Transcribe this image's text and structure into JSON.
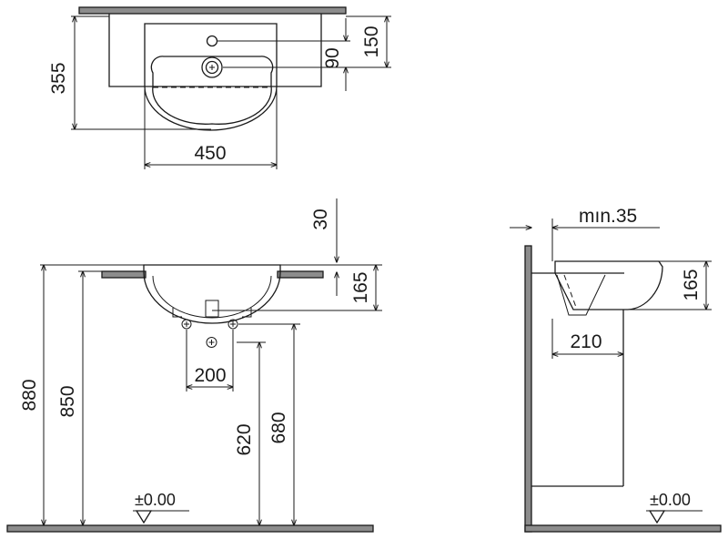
{
  "top_view": {
    "dim_height": "355",
    "dim_width": "450",
    "dim_hole_offset": "150",
    "dim_drain_offset": "90"
  },
  "front_view": {
    "dim_top_gap": "30",
    "dim_bowl_height": "165",
    "dim_rim_height": "880",
    "dim_counter_height": "850",
    "dim_fixing_spacing": "200",
    "dim_fixing_height": "620",
    "dim_waste_height": "680",
    "floor_level": "±0.00"
  },
  "side_view": {
    "dim_min_wall": "mın.35",
    "dim_bowl_height": "165",
    "dim_depth": "210",
    "floor_level": "±0.00"
  }
}
